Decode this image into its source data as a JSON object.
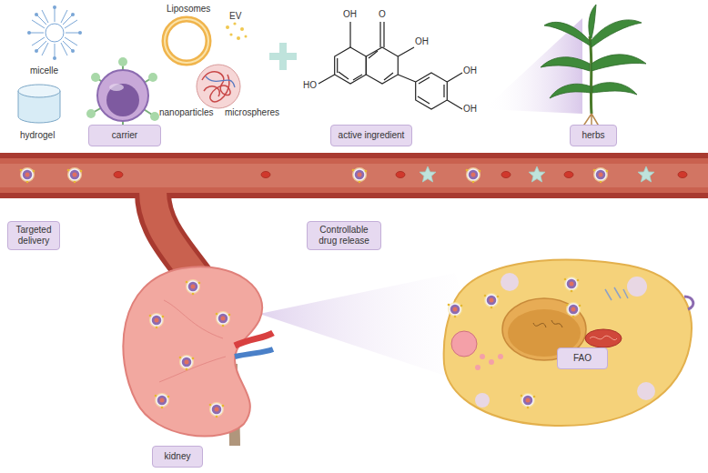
{
  "diagram": {
    "nodes": [
      {
        "text": [
          "carrier"
        ]
      },
      {
        "text": [
          "active ingredient"
        ]
      },
      {
        "text": [
          "herbs"
        ]
      },
      {
        "text": [
          "Targeted delivery"
        ]
      },
      {
        "text": [
          "Controllable drug release"
        ]
      },
      {
        "text": [
          "FAO"
        ]
      },
      {
        "text": [
          "kidney"
        ]
      }
    ],
    "labels": [
      "Liposomes",
      "EV",
      "micelle",
      "OH",
      "O",
      "OH",
      "HO",
      "OH",
      "OH",
      "nanoparticles",
      "microspheres",
      "hydrogel"
    ]
  }
}
